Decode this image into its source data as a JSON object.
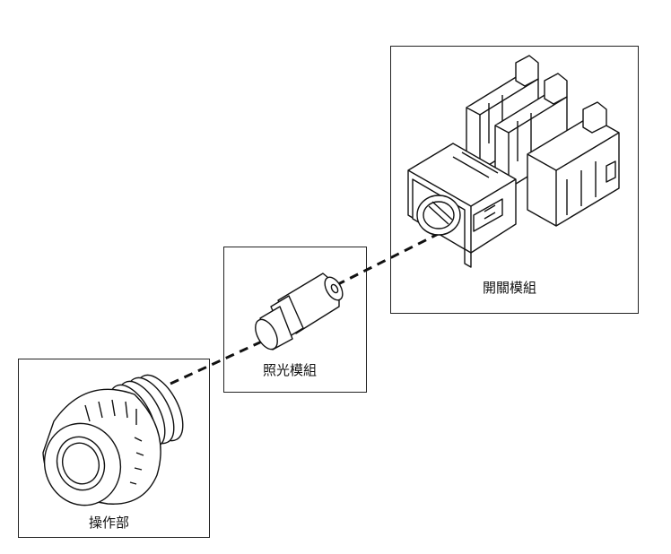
{
  "modules": {
    "switch": {
      "label": "開關模組"
    },
    "light": {
      "label": "照光模組"
    },
    "operator": {
      "label": "操作部"
    }
  },
  "style": {
    "line_color": "#111111",
    "frame_color": "#222222",
    "background": "#ffffff"
  }
}
